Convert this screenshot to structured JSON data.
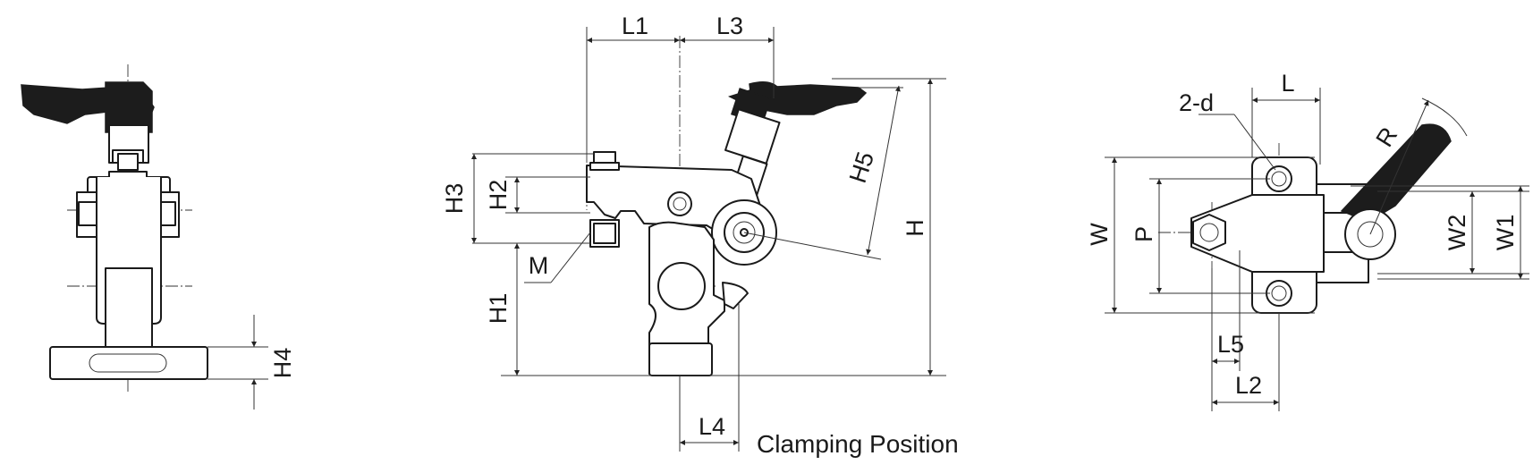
{
  "caption": "Clamping Position",
  "dimensions": {
    "L1": "L1",
    "L3": "L3",
    "H5": "H5",
    "H": "H",
    "H3": "H3",
    "H2": "H2",
    "H1": "H1",
    "M": "M",
    "L4": "L4",
    "H4": "H4",
    "L": "L",
    "d2": "2-d",
    "R": "R",
    "W": "W",
    "P": "P",
    "W2": "W2",
    "W1": "W1",
    "L5": "L5",
    "L2": "L2"
  }
}
